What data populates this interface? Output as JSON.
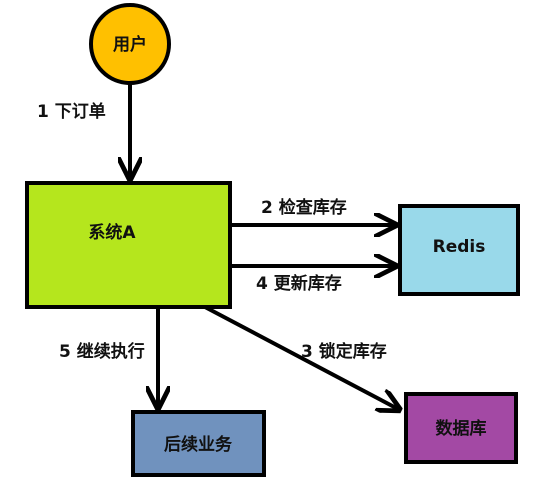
{
  "nodes": {
    "user": {
      "label": "用户",
      "color": "#FFC000"
    },
    "system_a": {
      "label": "系统A",
      "color": "#B5E61D"
    },
    "redis": {
      "label": "Redis",
      "color": "#99D9EA"
    },
    "followup": {
      "label": "后续业务",
      "color": "#7092BE"
    },
    "database": {
      "label": "数据库",
      "color": "#A349A4"
    }
  },
  "edges": {
    "place_order": "1 下订单",
    "check_stock": "2 检查库存",
    "lock_stock": "3 锁定库存",
    "update_stock": "4 更新库存",
    "continue_exec": "5 继续执行"
  }
}
